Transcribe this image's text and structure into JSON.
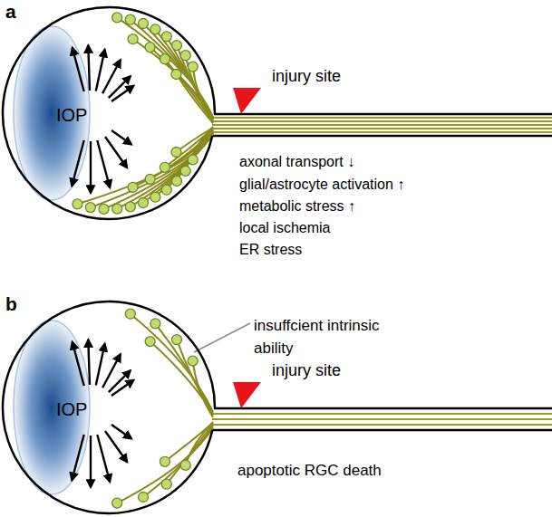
{
  "diagram": {
    "nodes": [
      {
        "text": [
          "IOP"
        ]
      },
      {
        "text": [
          "IOP"
        ]
      }
    ],
    "labels": [
      "a",
      "injury site",
      "axonal transport ↓",
      "glial/astrocyte activation ↑",
      "metabolic stress ↑",
      "local ischemia",
      "ER stress",
      "b",
      "insuffcient intrinsic ability",
      "injury site",
      "apoptotic RGC death"
    ]
  }
}
